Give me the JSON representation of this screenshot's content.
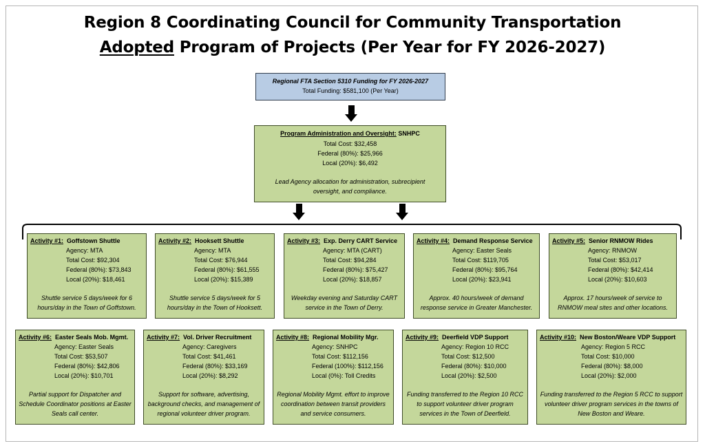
{
  "title_line1": "Region 8 Coordinating Council for Community Transportation",
  "title_line2_underlined": "Adopted",
  "title_line2_rest": " Program of Projects (Per Year for FY 2026-2027)",
  "funding": {
    "heading": "Regional FTA Section 5310 Funding for FY 2026-2027",
    "total": "Total Funding: $581,100 (Per Year)"
  },
  "admin": {
    "heading_label": "Program Administration and Oversight:",
    "heading_agency": " SNHPC",
    "lines": [
      "Total Cost: $32,458",
      "Federal (80%): $25,966",
      "Local (20%): $6,492"
    ],
    "description": "Lead Agency allocation for administration, subrecipient oversight, and compliance."
  },
  "activities": [
    {
      "num": "Activity #1:",
      "name": "Goffstown Shuttle",
      "agency": "Agency: MTA",
      "total": "Total Cost: $92,304",
      "federal": "Federal (80%): $73,843",
      "local": "Local (20%): $18,461",
      "desc": "Shuttle service 5 days/week for 6 hours/day in the Town of Goffstown."
    },
    {
      "num": "Activity #2:",
      "name": "Hooksett Shuttle",
      "agency": "Agency: MTA",
      "total": "Total Cost: $76,944",
      "federal": "Federal (80%): $61,555",
      "local": "Local (20%): $15,389",
      "desc": "Shuttle service 5 days/week for 5 hours/day in the Town of Hooksett."
    },
    {
      "num": "Activity #3:",
      "name": "Exp. Derry CART Service",
      "agency": "Agency: MTA (CART)",
      "total": "Total Cost: $94,284",
      "federal": "Federal (80%): $75,427",
      "local": "Local (20%): $18,857",
      "desc": "Weekday evening and Saturday CART service in the Town of Derry."
    },
    {
      "num": "Activity #4:",
      "name": "Demand Response Service",
      "agency": "Agency: Easter Seals",
      "total": "Total Cost: $119,705",
      "federal": "Federal (80%): $95,764",
      "local": "Local (20%): $23,941",
      "desc": "Approx. 40 hours/week of demand response service in Greater Manchester."
    },
    {
      "num": "Activity #5:",
      "name": "Senior RNMOW Rides",
      "agency": "Agency: RNMOW",
      "total": "Total Cost: $53,017",
      "federal": "Federal (80%): $42,414",
      "local": "Local (20%): $10,603",
      "desc": "Approx. 17 hours/week of service to RNMOW meal sites and other locations."
    },
    {
      "num": "Activity #6:",
      "name": "Easter Seals Mob. Mgmt.",
      "agency": "Agency: Easter Seals",
      "total": "Total Cost: $53,507",
      "federal": "Federal (80%): $42,806",
      "local": "Local (20%): $10,701",
      "desc": "Partial support for Dispatcher and Schedule Coordinator positions at Easter Seals call center."
    },
    {
      "num": "Activity #7:",
      "name": "Vol. Driver Recruitment",
      "agency": "Agency: Caregivers",
      "total": "Total Cost: $41,461",
      "federal": "Federal (80%): $33,169",
      "local": "Local (20%): $8,292",
      "desc": "Support for software, advertising, background checks, and management of regional volunteer driver program."
    },
    {
      "num": "Activity #8:",
      "name": "Regional Mobility Mgr.",
      "agency": "Agency: SNHPC",
      "total": "Total Cost: $112,156",
      "federal": "Federal (100%): $112,156",
      "local": "Local (0%): Toll Credits",
      "desc": "Regional Mobility Mgmt. effort to improve coordination between transit providers and service consumers."
    },
    {
      "num": "Activity #9:",
      "name": "Deerfield VDP Support",
      "agency": "Agency: Region 10 RCC",
      "total": "Total Cost: $12,500",
      "federal": "Federal (80%): $10,000",
      "local": "Local (20%): $2,500",
      "desc": "Funding transferred to the Region 10 RCC to support volunteer driver program services in the Town of Deerfield."
    },
    {
      "num": "Activity #10:",
      "name": "New Boston/Weare VDP Support",
      "agency": "Agency: Region 5 RCC",
      "total": "Total Cost: $10,000",
      "federal": "Federal (80%): $8,000",
      "local": "Local (20%): $2,000",
      "desc": "Funding transferred to the Region 5 RCC to support volunteer driver program services in the towns of New Boston and Weare."
    }
  ]
}
